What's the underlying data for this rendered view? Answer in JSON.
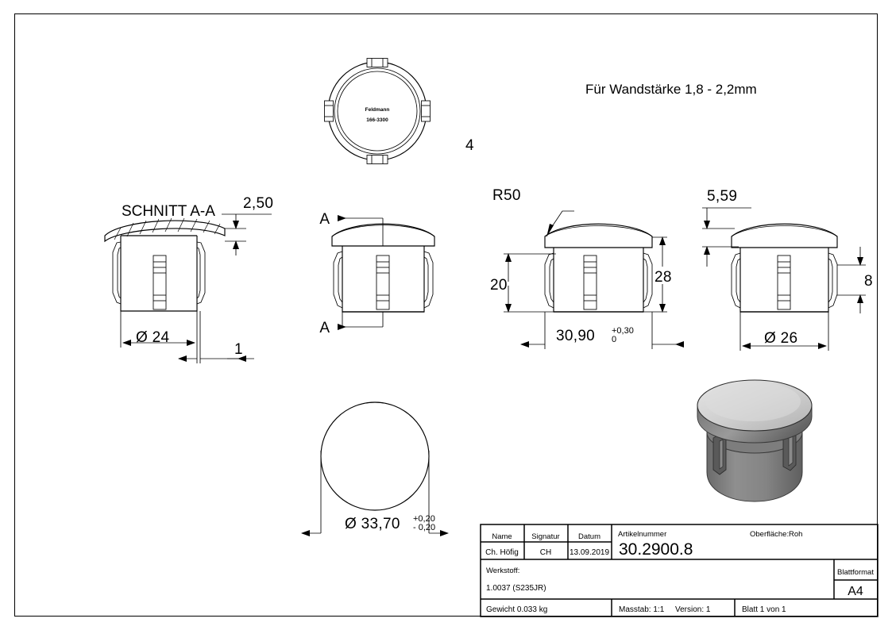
{
  "sheet": {
    "header_note": "Für Wandstärke 1,8 - 2,2mm",
    "section_label": "SCHNITT A-A",
    "section_arrow_top": "A",
    "section_arrow_bottom": "A"
  },
  "logo": {
    "brand": "Feldmann",
    "code": "166-3300"
  },
  "dimensions": {
    "top_view_flange": "4",
    "section_cap_thickness": "2,50",
    "section_inner_dia": "Ø 24",
    "section_wall": "1",
    "front_radius": "R50",
    "front_insert_depth": "20",
    "front_total_height": "28",
    "front_width": "30,90",
    "front_width_tol_upper": "+0,30",
    "front_width_tol_lower": "0",
    "right_cap_height": "5,59",
    "right_rib_height": "8",
    "right_body_dia": "Ø 26",
    "bottom_flange_dia": "Ø 33,70",
    "bottom_flange_tol_upper": "+0,20",
    "bottom_flange_tol_lower": "- 0,20"
  },
  "titleblock": {
    "col_headers": [
      "Name",
      "Signatur",
      "Datum"
    ],
    "col_values": [
      "Ch. Höfig",
      "CH",
      "13.09.2019"
    ],
    "article_label": "Artikelnummer",
    "article_number": "30.2900.8",
    "surface_label": "Oberfläche:",
    "surface_value": "Roh",
    "material_label": "Werkstoff:",
    "material_value": "1.0037 (S235JR)",
    "sheetformat_label": "Blattformat",
    "sheetformat_value": "A4",
    "weight": "Gewicht 0.033 kg",
    "scale": "Masstab: 1:1",
    "version": "Version: 1",
    "page": "Blatt 1 von 1"
  },
  "colors": {
    "line": "#000000",
    "iso_top_light": "#d8d8d8",
    "iso_body_mid": "#8e8e8e",
    "iso_body_dark": "#6e6e6e",
    "background": "#ffffff"
  }
}
